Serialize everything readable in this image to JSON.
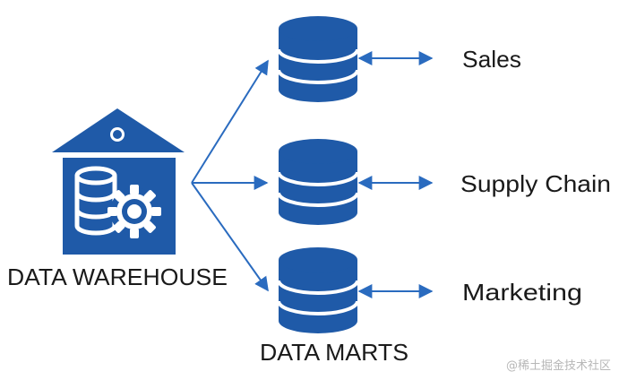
{
  "warehouse": {
    "label": "DATA WAREHOUSE"
  },
  "marts": {
    "label": "DATA MARTS"
  },
  "departments": [
    {
      "label": "Sales"
    },
    {
      "label": "Supply Chain"
    },
    {
      "label": "Marketing"
    }
  ],
  "watermark": "@稀土掘金技术社区",
  "colors": {
    "primary": "#1f5aa8",
    "arrow": "#2a6bbf",
    "text": "#1a1a1a"
  }
}
